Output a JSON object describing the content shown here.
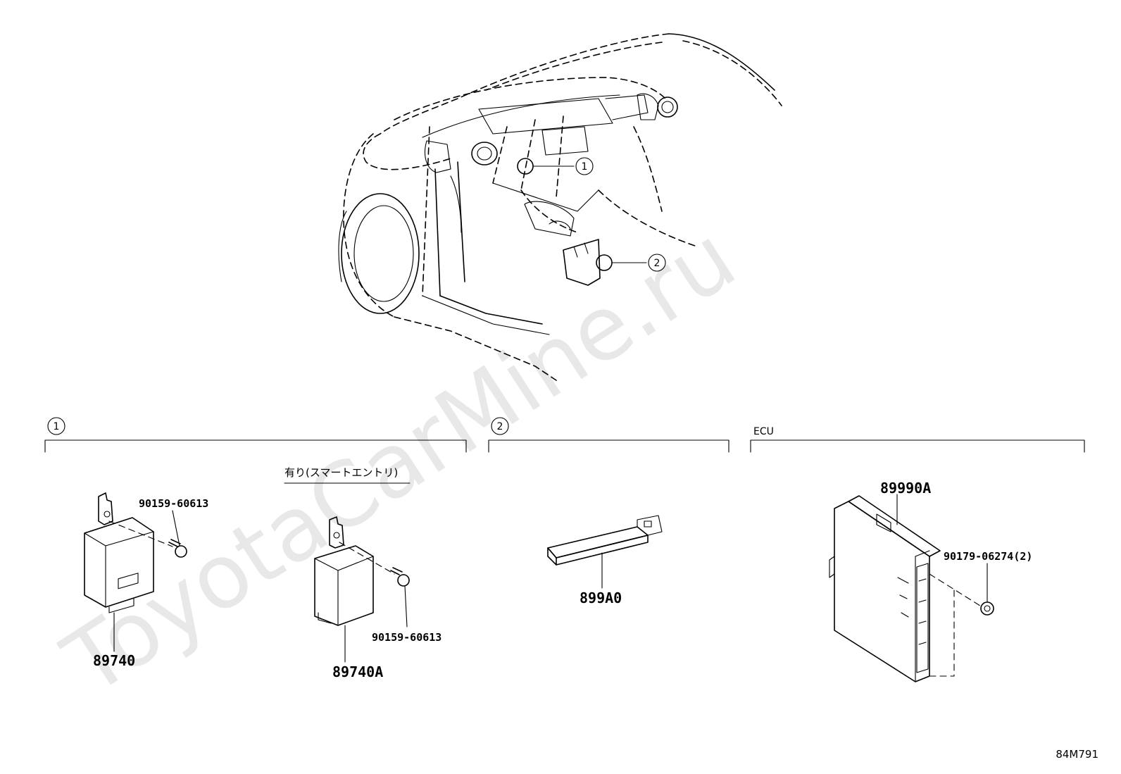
{
  "watermark": "ToyotaCarMine.ru",
  "drawing_code": "84M791",
  "callouts": {
    "one": "1",
    "two": "2"
  },
  "sections": {
    "s1": {
      "label": "1",
      "sublabel": "有り(スマートエントリ)"
    },
    "s2": {
      "label": "2"
    },
    "s3": {
      "label": "ECU"
    }
  },
  "parts": {
    "p89740": "89740",
    "p89740A": "89740A",
    "bolt_a": "90159-60613",
    "bolt_b": "90159-60613",
    "p899A0": "899A0",
    "p89990A": "89990A",
    "nut": "90179-06274(2)"
  }
}
